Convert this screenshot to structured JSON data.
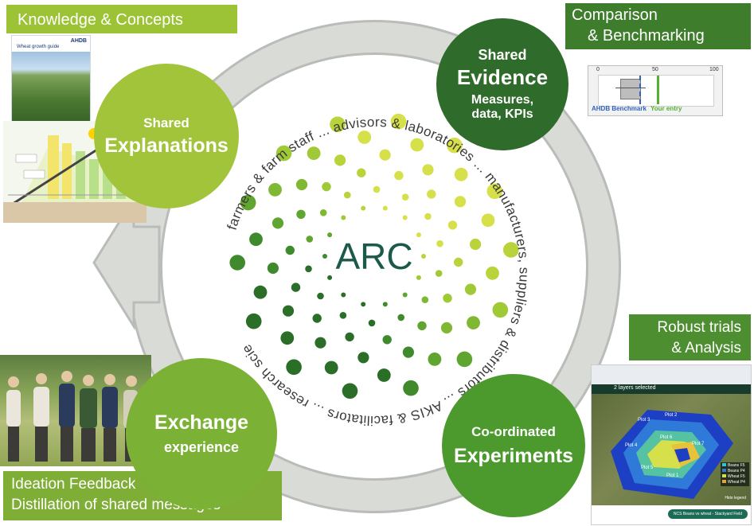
{
  "center": {
    "label": "ARC"
  },
  "ring_text": {
    "top": "farmers & farm staff ... advisors & laboratories ...",
    "right": "manufacturers, suppliers & distributors ...",
    "bottom": "AKIS & facilitators ... research scientists ..."
  },
  "banners": {
    "knowledge": "Knowledge & Concepts",
    "comparison_line1": "Comparison",
    "comparison_line2": "& Benchmarking",
    "robust_line1": "Robust trials",
    "robust_line2": "& Analysis",
    "ideation_line1": "Ideation Feedback",
    "ideation_line2": "Distillation of shared messages"
  },
  "nodes": {
    "explanations": {
      "line1": "Shared",
      "line2": "Explanations"
    },
    "evidence": {
      "line1": "Shared",
      "line2": "Evidence",
      "line3": "Measures,",
      "line4": "data, KPIs"
    },
    "exchange": {
      "line1": "Exchange",
      "line2": "experience"
    },
    "experiments": {
      "line1": "Co-ordinated",
      "line2": "Experiments"
    }
  },
  "benchmark": {
    "tick_0": "0",
    "tick_50": "50",
    "tick_100": "100",
    "legend_benchmark": "AHDB Benchmark",
    "legend_entry": "Your entry"
  },
  "booklet": {
    "title": "Wheat growth guide",
    "brand": "AHDB"
  },
  "map": {
    "header": "2 layers selected",
    "plots": [
      "Plot 1",
      "Plot 2",
      "Plot 3",
      "Plot 4",
      "Plot 5",
      "Plot 6",
      "Plot 7"
    ],
    "legend": [
      "Beans F5",
      "Beans P4",
      "Wheat F5",
      "Wheat P4"
    ],
    "legend_hide": "Hide legend",
    "footer_chip": "NCS Beans vs wheat - Stackyard Field"
  },
  "colors": {
    "banner_green": "#8cbf2f",
    "dark_green": "#2f6b2a",
    "mid_green": "#4f9a2e",
    "light_green": "#a7c83a",
    "ring_grey": "#c7cac6",
    "arc_text": "#1b5a4a"
  }
}
